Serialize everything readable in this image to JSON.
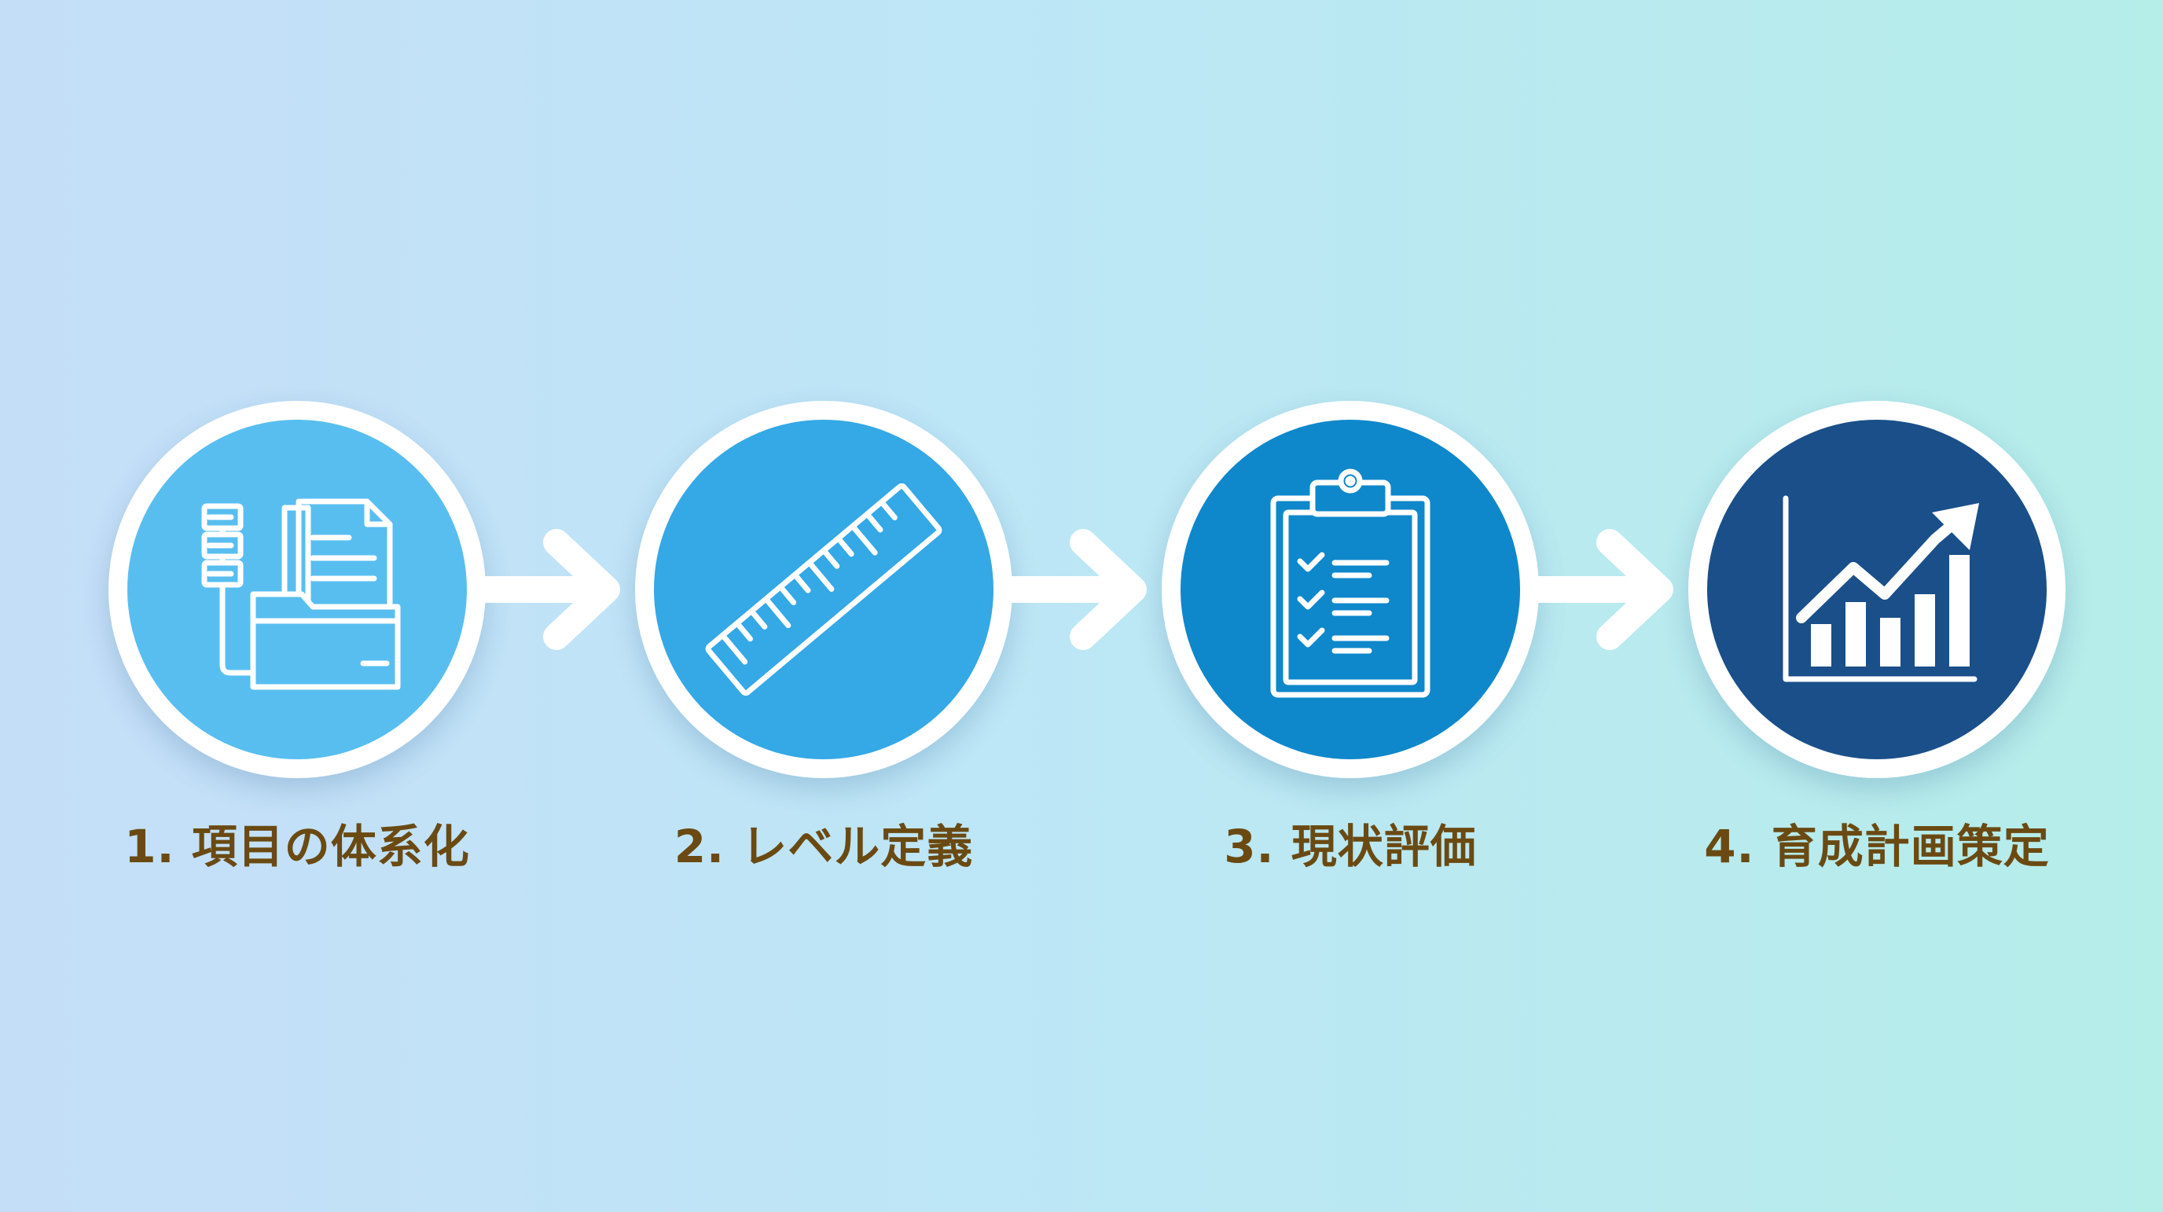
{
  "steps": [
    {
      "label": "1. 項目の体系化",
      "icon": "folder-documents-icon",
      "color": "#58bef0"
    },
    {
      "label": "2. レベル定義",
      "icon": "ruler-icon",
      "color": "#35a8e6"
    },
    {
      "label": "3. 現状評価",
      "icon": "clipboard-checklist-icon",
      "color": "#0f87cb"
    },
    {
      "label": "4. 育成計画策定",
      "icon": "growth-chart-icon",
      "color": "#1a4f89"
    }
  ],
  "colors": {
    "label_text": "#6a4a12",
    "arrow": "#ffffff",
    "circle_ring": "#ffffff"
  }
}
